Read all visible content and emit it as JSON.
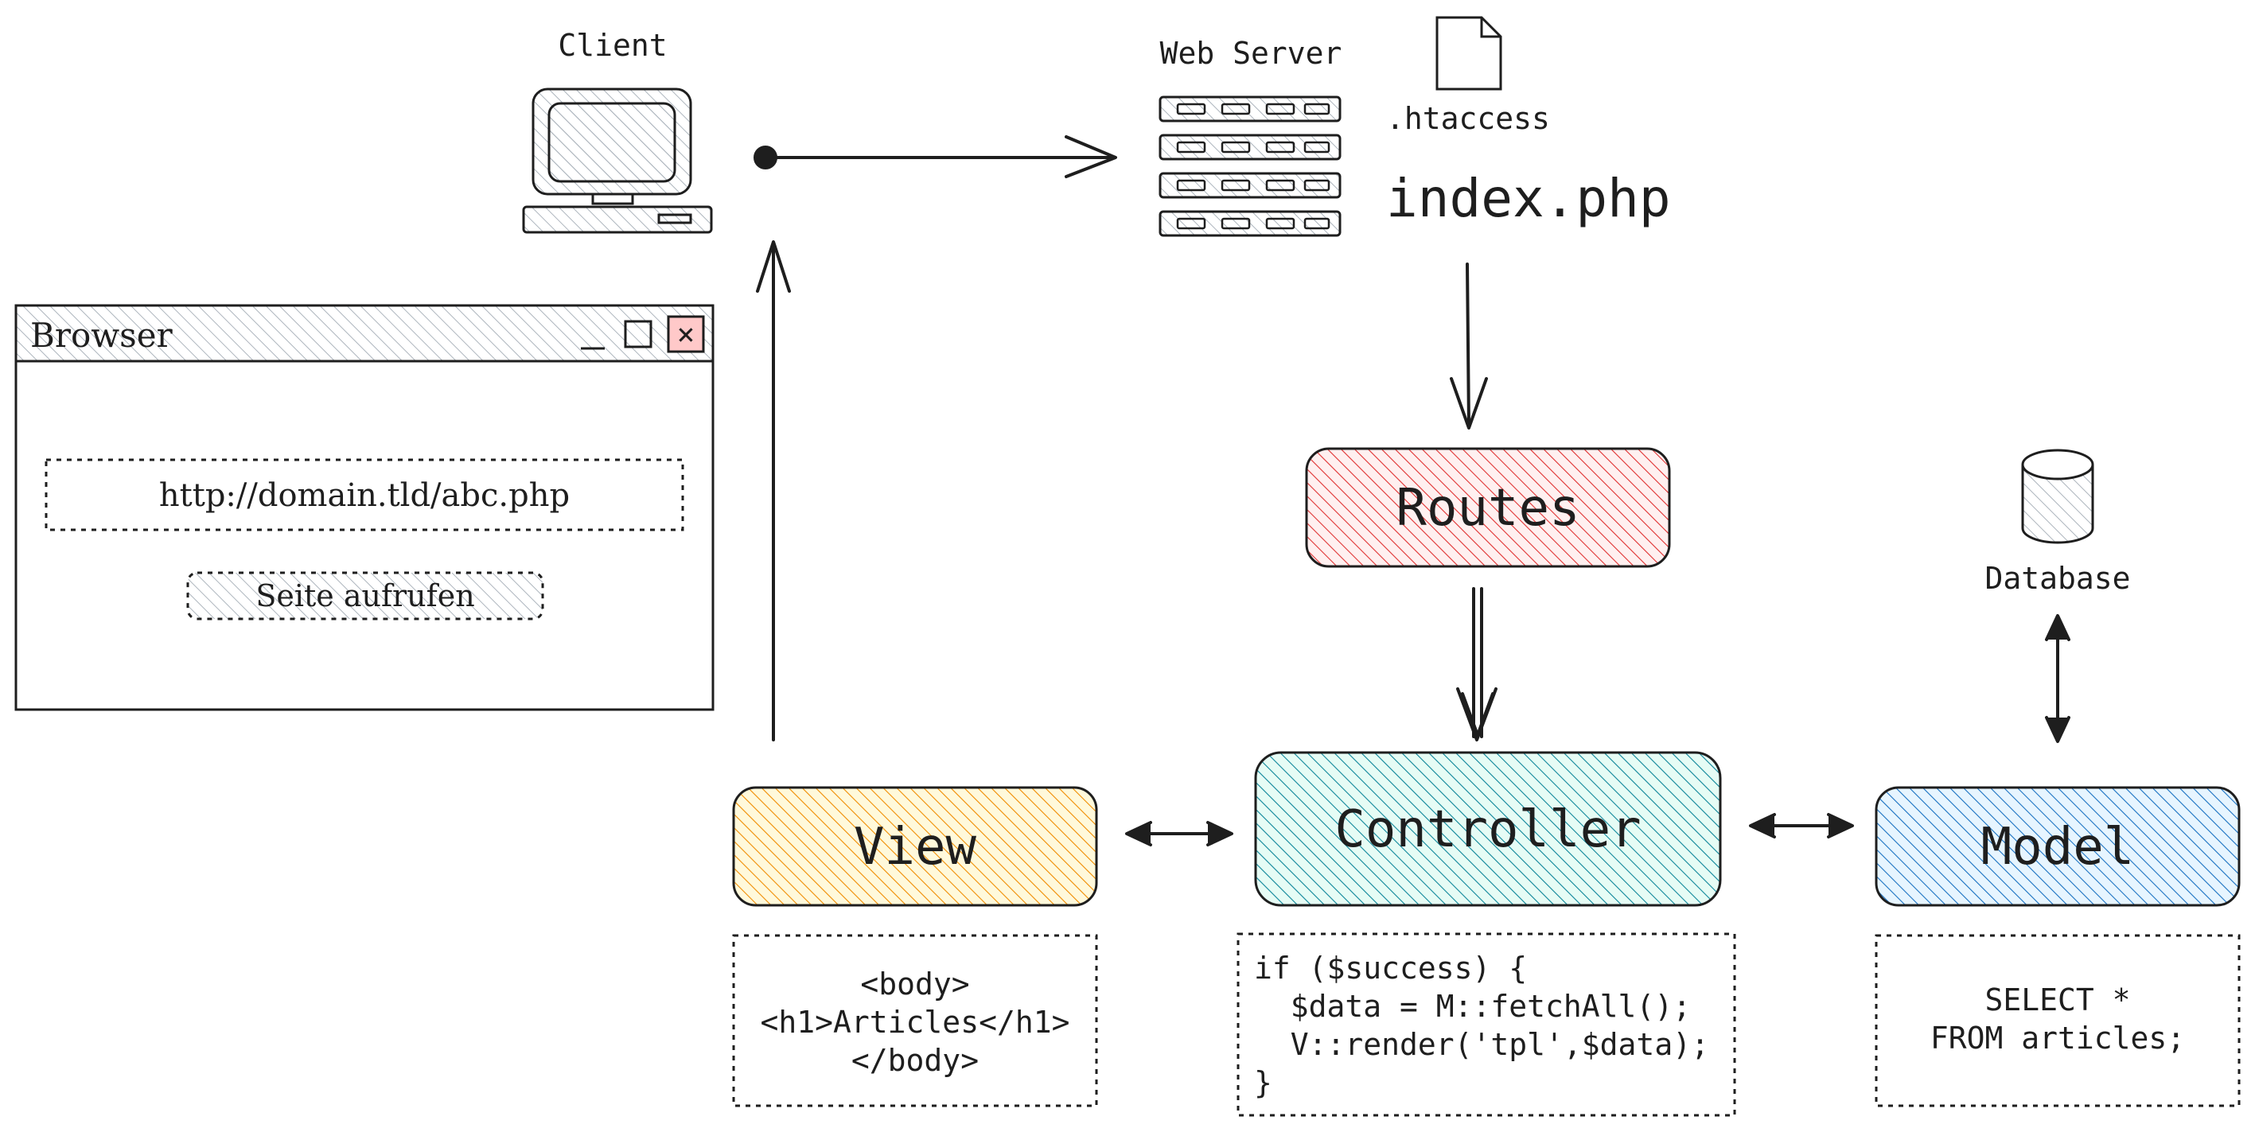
{
  "client": {
    "label": "Client"
  },
  "server": {
    "label": "Web Server",
    "htaccess": ".htaccess",
    "index": "index.php"
  },
  "browser": {
    "title": "Browser",
    "url": "http://domain.tld/abc.php",
    "button": "Seite aufrufen",
    "close_glyph": "×"
  },
  "routes": {
    "label": "Routes"
  },
  "controller": {
    "label": "Controller",
    "code": [
      "if ($success) {",
      "  $data = M::fetchAll();",
      "  V::render('tpl',$data);",
      "}"
    ]
  },
  "view": {
    "label": "View",
    "code": [
      "<body>",
      "<h1>Articles</h1>",
      "</body>"
    ]
  },
  "model": {
    "label": "Model",
    "code": [
      "SELECT *",
      "FROM articles;"
    ]
  },
  "database": {
    "label": "Database"
  },
  "colors": {
    "stroke": "#1e1e1e",
    "routes_fill": "#ffc9c9",
    "routes_hatch": "#e03131",
    "controller_fill": "#b2f2bb",
    "controller_hatch": "#0c8599",
    "view_fill": "#ffec99",
    "view_hatch": "#f08c00",
    "model_fill": "#a5d8ff",
    "model_hatch": "#1971c2",
    "gray_hatch": "#adb5bd",
    "close_fill": "#ffc9c9"
  }
}
